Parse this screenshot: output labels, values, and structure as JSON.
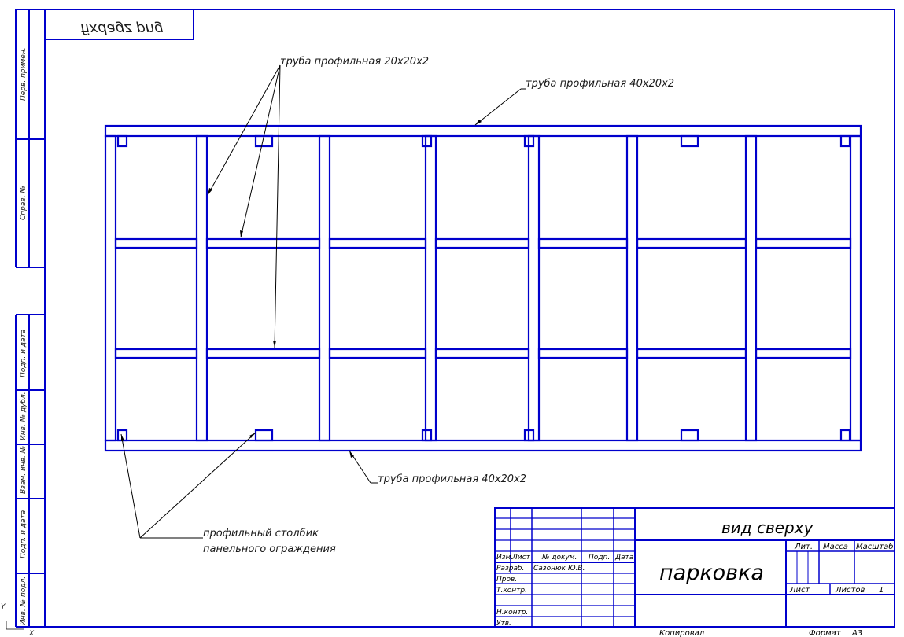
{
  "mirrored_stamp": "fixdagz png",
  "side_labels": [
    "Перв. примен.",
    "Справ. №",
    "Подп. и дата",
    "Инв. № дубл.",
    "Взам. инв. №",
    "Подп. и дата",
    "Инв. № подл."
  ],
  "callouts": {
    "pipe_20x20": "труба профильная 20х20х2",
    "pipe_40x20_top": "труба профильная 40х20х2",
    "pipe_40x20_bottom": "труба профильная 40х20х2",
    "post_line1": "профильный столбик",
    "post_line2": "панельного ограждения"
  },
  "title_block": {
    "view_name": "вид сверху",
    "drawing_name": "парковка",
    "col_headers": [
      "Изм.",
      "Лист",
      "№ докум.",
      "Подп.",
      "Дата"
    ],
    "rows": [
      {
        "role": "Разраб.",
        "name": "Сазонюк Ю.В."
      },
      {
        "role": "Пров.",
        "name": ""
      },
      {
        "role": "Т.контр.",
        "name": ""
      },
      {
        "role": "",
        "name": ""
      },
      {
        "role": "Н.контр.",
        "name": ""
      },
      {
        "role": "Утв.",
        "name": ""
      }
    ],
    "lit_label": "Лит.",
    "mass_label": "Масса",
    "scale_label": "Масштаб",
    "sheet_label": "Лист",
    "sheets_label": "Листов",
    "sheets_value": "1"
  },
  "footer": {
    "copied": "Копировал",
    "format_label": "Формат",
    "format_value": "А3"
  },
  "axis": {
    "y": "Y",
    "x": "X"
  }
}
